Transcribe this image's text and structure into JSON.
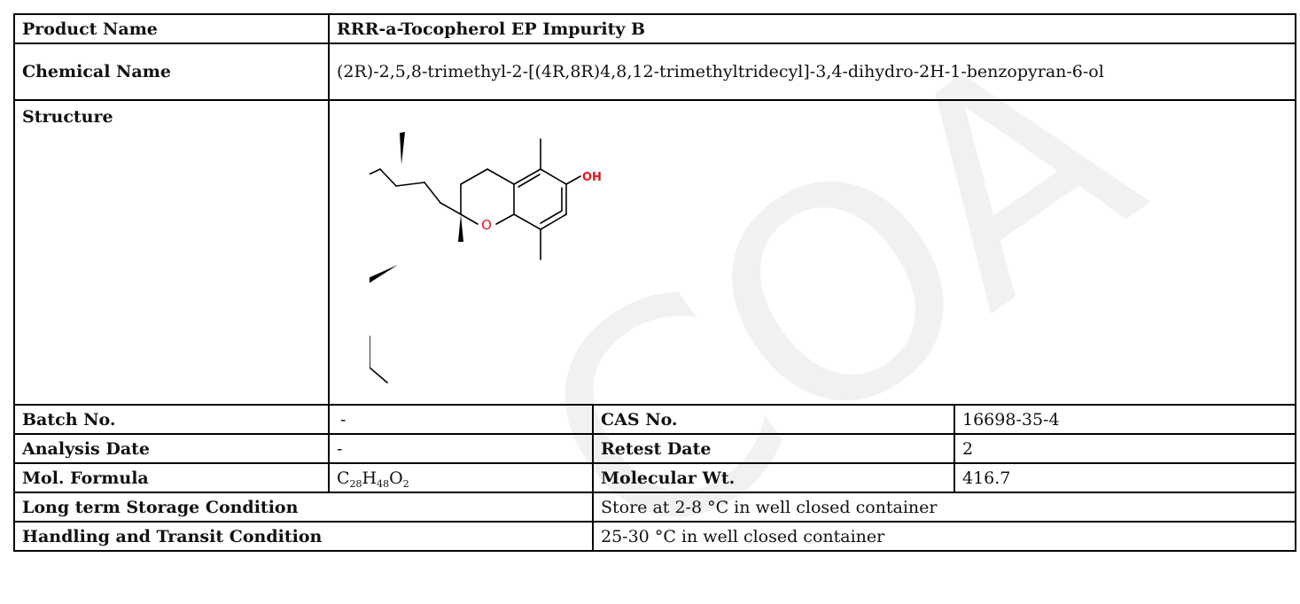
{
  "product": {
    "label": "Product Name",
    "value": "RRR-a-Tocopherol EP Impurity B"
  },
  "chemical": {
    "label": "Chemical Name",
    "value": "(2R)-2,5,8-trimethyl-2-[(4R,8R)4,8,12-trimethyltridecyl]-3,4-dihydro-2H-1-benzopyran-6-ol"
  },
  "structure": {
    "label": "Structure",
    "atom_o": "O",
    "atom_oh": "OH"
  },
  "batch": {
    "label": "Batch No.",
    "value": "-"
  },
  "cas": {
    "label": "CAS No.",
    "value": "16698-35-4"
  },
  "analysis": {
    "label": "Analysis Date",
    "value": "-"
  },
  "retest": {
    "label": "Retest Date",
    "value": "2"
  },
  "formula": {
    "label": "Mol. Formula",
    "c": "C",
    "c_n": "28",
    "h": "H",
    "h_n": "48",
    "o": "O",
    "o_n": "2"
  },
  "molwt": {
    "label": "Molecular Wt.",
    "value": "416.7"
  },
  "storage": {
    "label": "Long term Storage Condition",
    "value": "Store at 2-8 °C in well closed container"
  },
  "transit": {
    "label": "Handling and Transit Condition",
    "value": "25-30 °C in well closed container"
  },
  "watermark": {
    "text": "COA",
    "color": "#f0f0f0"
  },
  "colors": {
    "oxygen": "#e8141c",
    "bond": "#000000",
    "border": "#000000"
  }
}
